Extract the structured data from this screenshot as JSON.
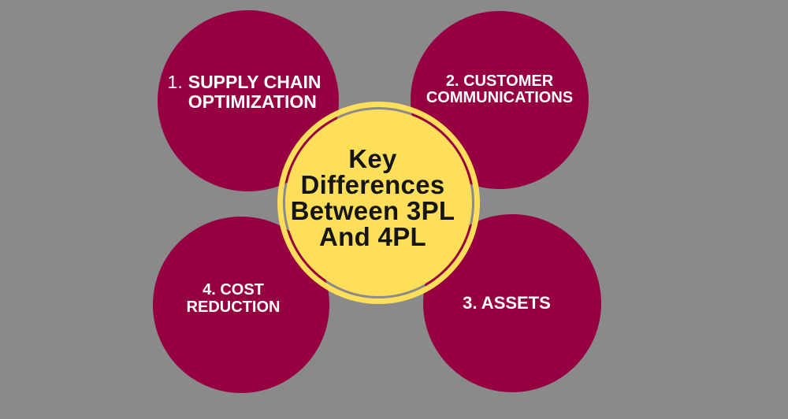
{
  "palette": {
    "background": "#8a8a8a",
    "circle_fill": "#960040",
    "badge_fill": "#ffde59",
    "title_text": "#151515",
    "label_text": "#ffffff"
  },
  "title": {
    "lines": [
      "Key",
      "Differences",
      "Between 3PL",
      "And 4PL"
    ]
  },
  "items": [
    {
      "number": "1.",
      "lines": [
        "SUPPLY CHAIN",
        "OPTIMIZATION"
      ]
    },
    {
      "lines": [
        "2. CUSTOMER",
        "COMMUNICATIONS"
      ]
    },
    {
      "lines": [
        "3. ASSETS"
      ]
    },
    {
      "lines": [
        "4. COST",
        "REDUCTION"
      ]
    }
  ]
}
